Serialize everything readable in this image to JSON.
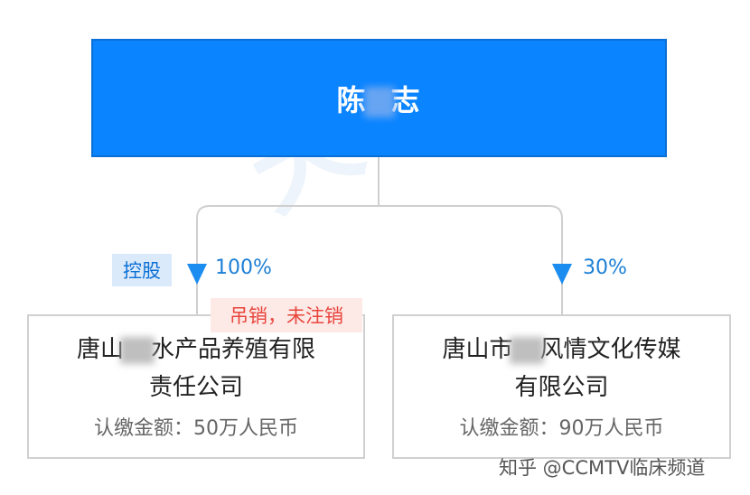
{
  "person": {
    "name_first": "陈",
    "name_last": "志"
  },
  "relations": [
    {
      "label": "控股",
      "percent": "100%"
    },
    {
      "percent": "30%"
    }
  ],
  "companies": [
    {
      "name_line1_prefix": "唐山",
      "name_line1_suffix": "水产品养殖有限",
      "name_line2": "责任公司",
      "amount": "认缴金额：50万人民币",
      "status": "吊销，未注销"
    },
    {
      "name_line1_prefix": "唐山市",
      "name_line1_suffix": "风情文化传媒",
      "name_line2": "有限公司",
      "amount": "认缴金额：90万人民币"
    }
  ],
  "footer": {
    "credit": "知乎 @CCMTV临床频道"
  },
  "colors": {
    "primary": "#0a84ff",
    "arrow": "#1b8cf0",
    "status_text": "#e8453c",
    "status_bg": "#fde9e6"
  }
}
